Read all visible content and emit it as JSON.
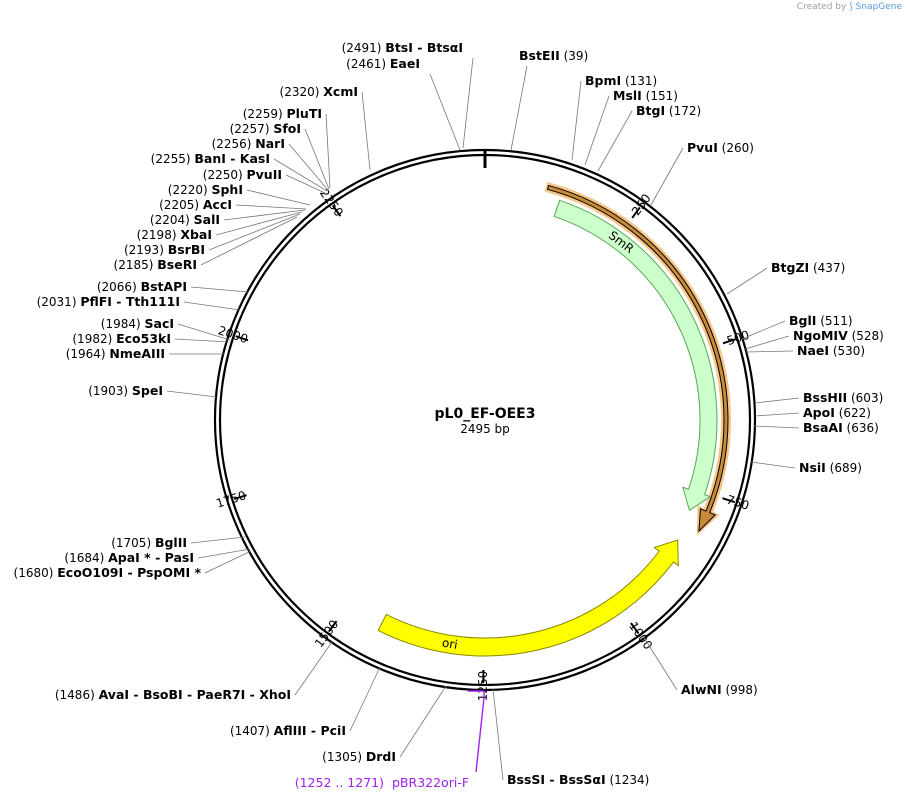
{
  "credit": {
    "prefix": "Created by",
    "brand": "SnapGene"
  },
  "plasmid": {
    "name": "pL0_EF-OEE3",
    "size_text": "2495 bp",
    "length": 2495
  },
  "ruler_ticks": [
    {
      "label": "250",
      "bp": 250
    },
    {
      "label": "500",
      "bp": 500
    },
    {
      "label": "750",
      "bp": 750
    },
    {
      "label": "1000",
      "bp": 1000
    },
    {
      "label": "1250",
      "bp": 1250
    },
    {
      "label": "1500",
      "bp": 1500
    },
    {
      "label": "1750",
      "bp": 1750
    },
    {
      "label": "2000",
      "bp": 2000
    },
    {
      "label": "2250",
      "bp": 2250
    }
  ],
  "features": [
    {
      "name": "SmR",
      "start": 130,
      "end": 789,
      "color": "#ccffcc",
      "stroke": "#55aa55",
      "direction": "cw",
      "highlight": "#f5c68a"
    },
    {
      "name": "ori",
      "start": 845,
      "end": 1434,
      "color": "#ffff00",
      "stroke": "#888800",
      "direction": "ccw"
    }
  ],
  "sites": [
    {
      "names": [
        "BtsI",
        "BtsαI"
      ],
      "pos": "(2491)"
    },
    {
      "names": [
        "EaeI"
      ],
      "pos": "(2461)"
    },
    {
      "names": [
        "XcmI"
      ],
      "pos": "(2320)"
    },
    {
      "names": [
        "PluTI"
      ],
      "pos": "(2259)"
    },
    {
      "names": [
        "SfoI"
      ],
      "pos": "(2257)"
    },
    {
      "names": [
        "NarI"
      ],
      "pos": "(2256)"
    },
    {
      "names": [
        "BanI",
        "KasI"
      ],
      "pos": "(2255)"
    },
    {
      "names": [
        "PvuII"
      ],
      "pos": "(2250)"
    },
    {
      "names": [
        "SphI"
      ],
      "pos": "(2220)"
    },
    {
      "names": [
        "AccI"
      ],
      "pos": "(2205)"
    },
    {
      "names": [
        "SalI"
      ],
      "pos": "(2204)"
    },
    {
      "names": [
        "XbaI"
      ],
      "pos": "(2198)"
    },
    {
      "names": [
        "BsrBI"
      ],
      "pos": "(2193)"
    },
    {
      "names": [
        "BseRI"
      ],
      "pos": "(2185)"
    },
    {
      "names": [
        "BstAPI"
      ],
      "pos": "(2066)"
    },
    {
      "names": [
        "PflFI",
        "Tth111I"
      ],
      "pos": "(2031)"
    },
    {
      "names": [
        "SacI"
      ],
      "pos": "(1984)"
    },
    {
      "names": [
        "Eco53kI"
      ],
      "pos": "(1982)"
    },
    {
      "names": [
        "NmeAIII"
      ],
      "pos": "(1964)"
    },
    {
      "names": [
        "SpeI"
      ],
      "pos": "(1903)"
    },
    {
      "names": [
        "BglII"
      ],
      "pos": "(1705)"
    },
    {
      "names": [
        "ApaI *",
        "PasI"
      ],
      "pos": "(1684)"
    },
    {
      "names": [
        "EcoO109I",
        "PspOMI *"
      ],
      "pos": "(1680)"
    },
    {
      "names": [
        "AvaI",
        "BsoBI",
        "PaeR7I",
        "XhoI"
      ],
      "pos": "(1486)"
    },
    {
      "names": [
        "AflIII",
        "PciI"
      ],
      "pos": "(1407)"
    },
    {
      "names": [
        "DrdI"
      ],
      "pos": "(1305)"
    },
    {
      "names": [
        "BstEII"
      ],
      "pos": "(39)"
    },
    {
      "names": [
        "BpmI"
      ],
      "pos": "(131)"
    },
    {
      "names": [
        "MslI"
      ],
      "pos": "(151)"
    },
    {
      "names": [
        "BtgI"
      ],
      "pos": "(172)"
    },
    {
      "names": [
        "PvuI"
      ],
      "pos": "(260)"
    },
    {
      "names": [
        "BtgZI"
      ],
      "pos": "(437)"
    },
    {
      "names": [
        "BglI"
      ],
      "pos": "(511)"
    },
    {
      "names": [
        "NgoMIV"
      ],
      "pos": "(528)"
    },
    {
      "names": [
        "NaeI"
      ],
      "pos": "(530)"
    },
    {
      "names": [
        "BssHII"
      ],
      "pos": "(603)"
    },
    {
      "names": [
        "ApoI"
      ],
      "pos": "(622)"
    },
    {
      "names": [
        "BsaAI"
      ],
      "pos": "(636)"
    },
    {
      "names": [
        "NsiI"
      ],
      "pos": "(689)"
    },
    {
      "names": [
        "AlwNI"
      ],
      "pos": "(998)"
    },
    {
      "names": [
        "BssSI",
        "BssSαI"
      ],
      "pos": "(1234)"
    }
  ],
  "primer": {
    "range": "(1252 .. 1271)",
    "name": "pBR322ori-F",
    "color": "#a020f0",
    "bp": 1261
  }
}
